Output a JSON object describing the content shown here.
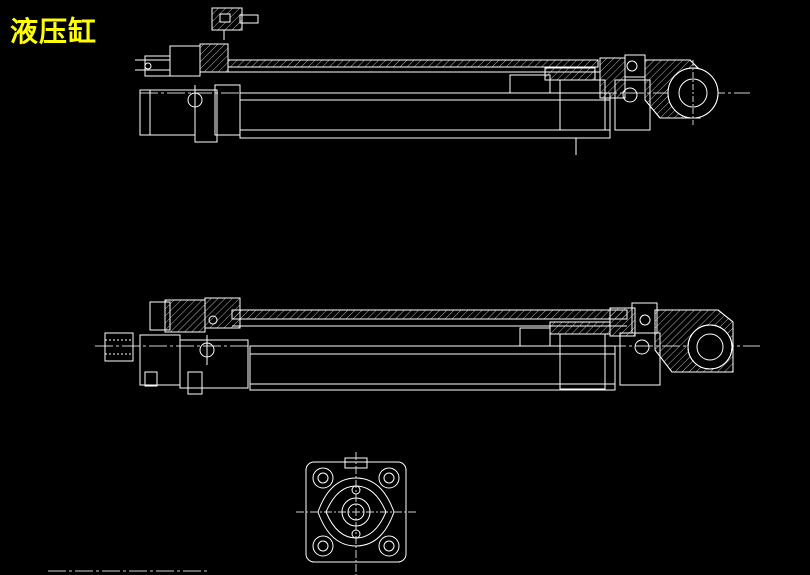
{
  "drawing": {
    "title": "液压缸",
    "colors": {
      "background": "#000000",
      "title": "#ffff00",
      "line": "#ffffff",
      "centerline": "#d0d0d0",
      "hatch": "#e0e0e0"
    }
  },
  "views": [
    {
      "name": "upper-section-view"
    },
    {
      "name": "lower-section-view"
    },
    {
      "name": "end-flange-view"
    }
  ]
}
